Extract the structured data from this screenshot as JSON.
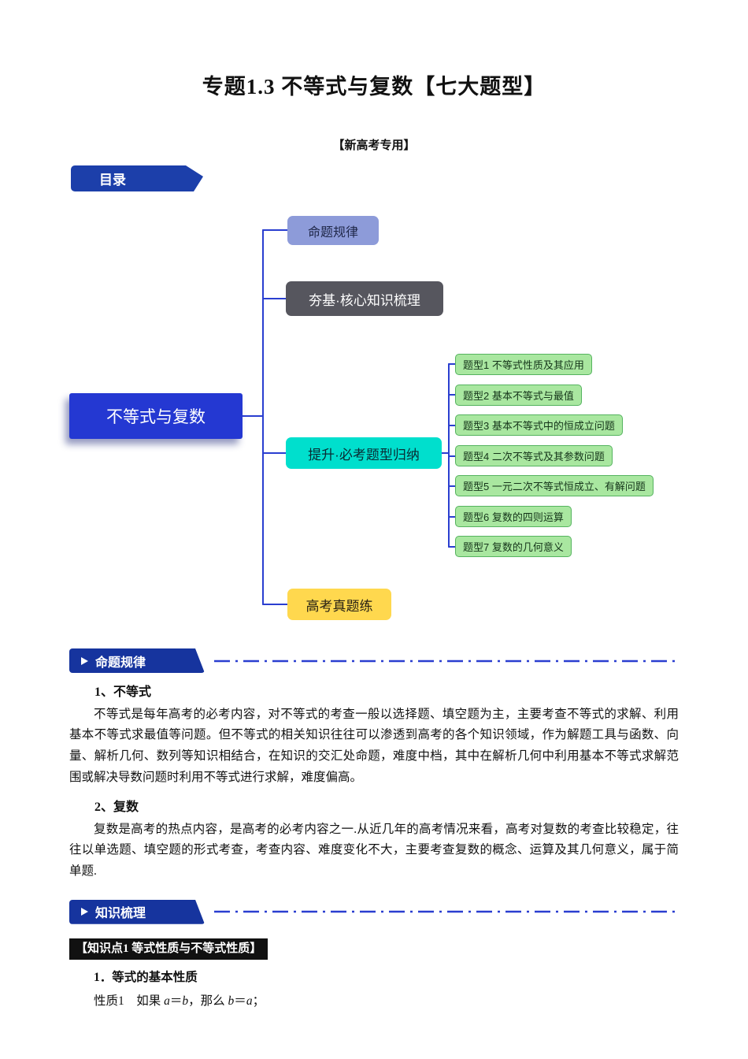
{
  "page": {
    "title": "专题1.3 不等式与复数【七大题型】",
    "subtitle": "【新高考专用】"
  },
  "toc": {
    "label": "目录"
  },
  "mindmap": {
    "root_label": "不等式与复数",
    "branches": [
      {
        "id": "mingti-guilv",
        "label": "命题规律",
        "color": "#8d9bd9"
      },
      {
        "id": "hangji-hexin",
        "label": "夯基·核心知识梳理",
        "color": "#56565e"
      },
      {
        "id": "tisheng-bikao",
        "label": "提升·必考题型归纳",
        "color": "#00dfcd"
      },
      {
        "id": "gaokao-zhentilian",
        "label": "高考真题练",
        "color": "#ffd84e"
      }
    ],
    "topics": [
      "题型1 不等式性质及其应用",
      "题型2 基本不等式与最值",
      "题型3 基本不等式中的恒成立问题",
      "题型4 二次不等式及其参数问题",
      "题型5 一元二次不等式恒成立、有解问题",
      "题型6 复数的四则运算",
      "题型7 复数的几何意义"
    ]
  },
  "sections": {
    "rule": {
      "header": "命题规律",
      "item1_title": "1、不等式",
      "item1_text": "不等式是每年高考的必考内容，对不等式的考查一般以选择题、填空题为主，主要考查不等式的求解、利用基本不等式求最值等问题。但不等式的相关知识往往可以渗透到高考的各个知识领域，作为解题工具与函数、向量、解析几何、数列等知识相结合，在知识的交汇处命题，难度中档，其中在解析几何中利用基本不等式求解范围或解决导数问题时利用不等式进行求解，难度偏高。",
      "item2_title": "2、复数",
      "item2_text": "复数是高考的热点内容，是高考的必考内容之一.从近几年的高考情况来看，高考对复数的考查比较稳定，往往以单选题、填空题的形式考查，考查内容、难度变化不大，主要考查复数的概念、运算及其几何意义，属于简单题."
    },
    "knowledge": {
      "header": "知识梳理",
      "point1": "【知识点1 等式性质与不等式性质】",
      "sub1": "1．等式的基本性质",
      "property1": {
        "parts": [
          "性质1　如果 ",
          "a",
          "＝",
          "b",
          "，那么 ",
          "b",
          "＝",
          "a",
          "；"
        ]
      }
    }
  },
  "colors": {
    "accent_blue": "#1c3faa",
    "section_banner_blue": "#16349e",
    "root_node_blue": "#2438d2",
    "node_purple": "#8d9bd9",
    "node_gray": "#56565e",
    "node_cyan": "#00dfcd",
    "node_yellow": "#ffd84e",
    "topic_green_fill": "#a9e7a0",
    "topic_green_border": "#55b35f",
    "connector_blue": "#2a3ed0",
    "highlight_black": "#111111"
  }
}
